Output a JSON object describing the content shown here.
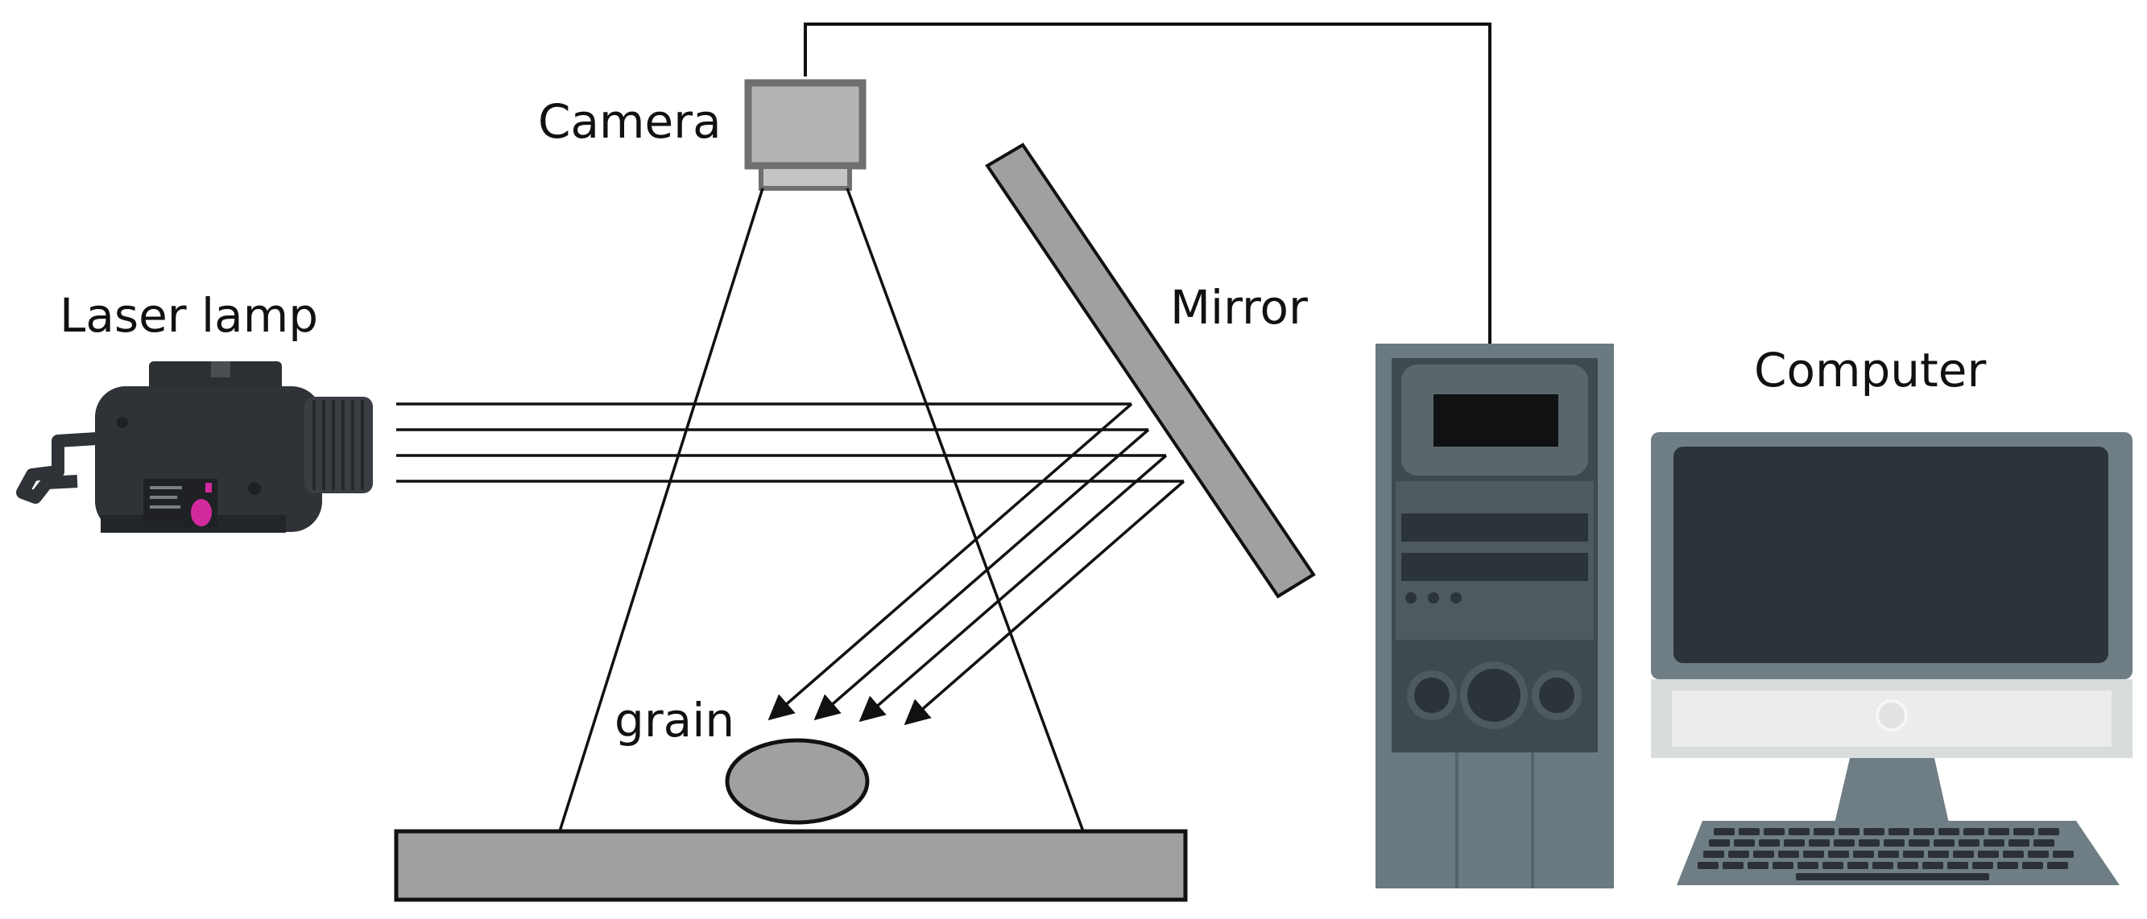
{
  "labels": {
    "camera": "Camera",
    "mirror": "Mirror",
    "laser_lamp": "Laser lamp",
    "computer": "Computer",
    "grain": "grain"
  },
  "colors": {
    "component_gray": "#a0a0a0",
    "camera_body": "#b4b4b4",
    "camera_frame": "#6f6f6f",
    "tower_body": "#6b7a81",
    "tower_panel": "#3f4a50",
    "screen": "#2b3438",
    "monitor_frame": "#6f7d84",
    "monitor_chin": "#ececec",
    "laser_body": "#2f3236",
    "laser_accent": "#d22a9e",
    "line": "#111111"
  },
  "icons": {
    "laser_lamp": "laser-lamp-icon",
    "camera": "camera-icon",
    "computer_tower": "computer-tower-icon",
    "monitor": "monitor-icon",
    "keyboard": "keyboard-icon"
  }
}
